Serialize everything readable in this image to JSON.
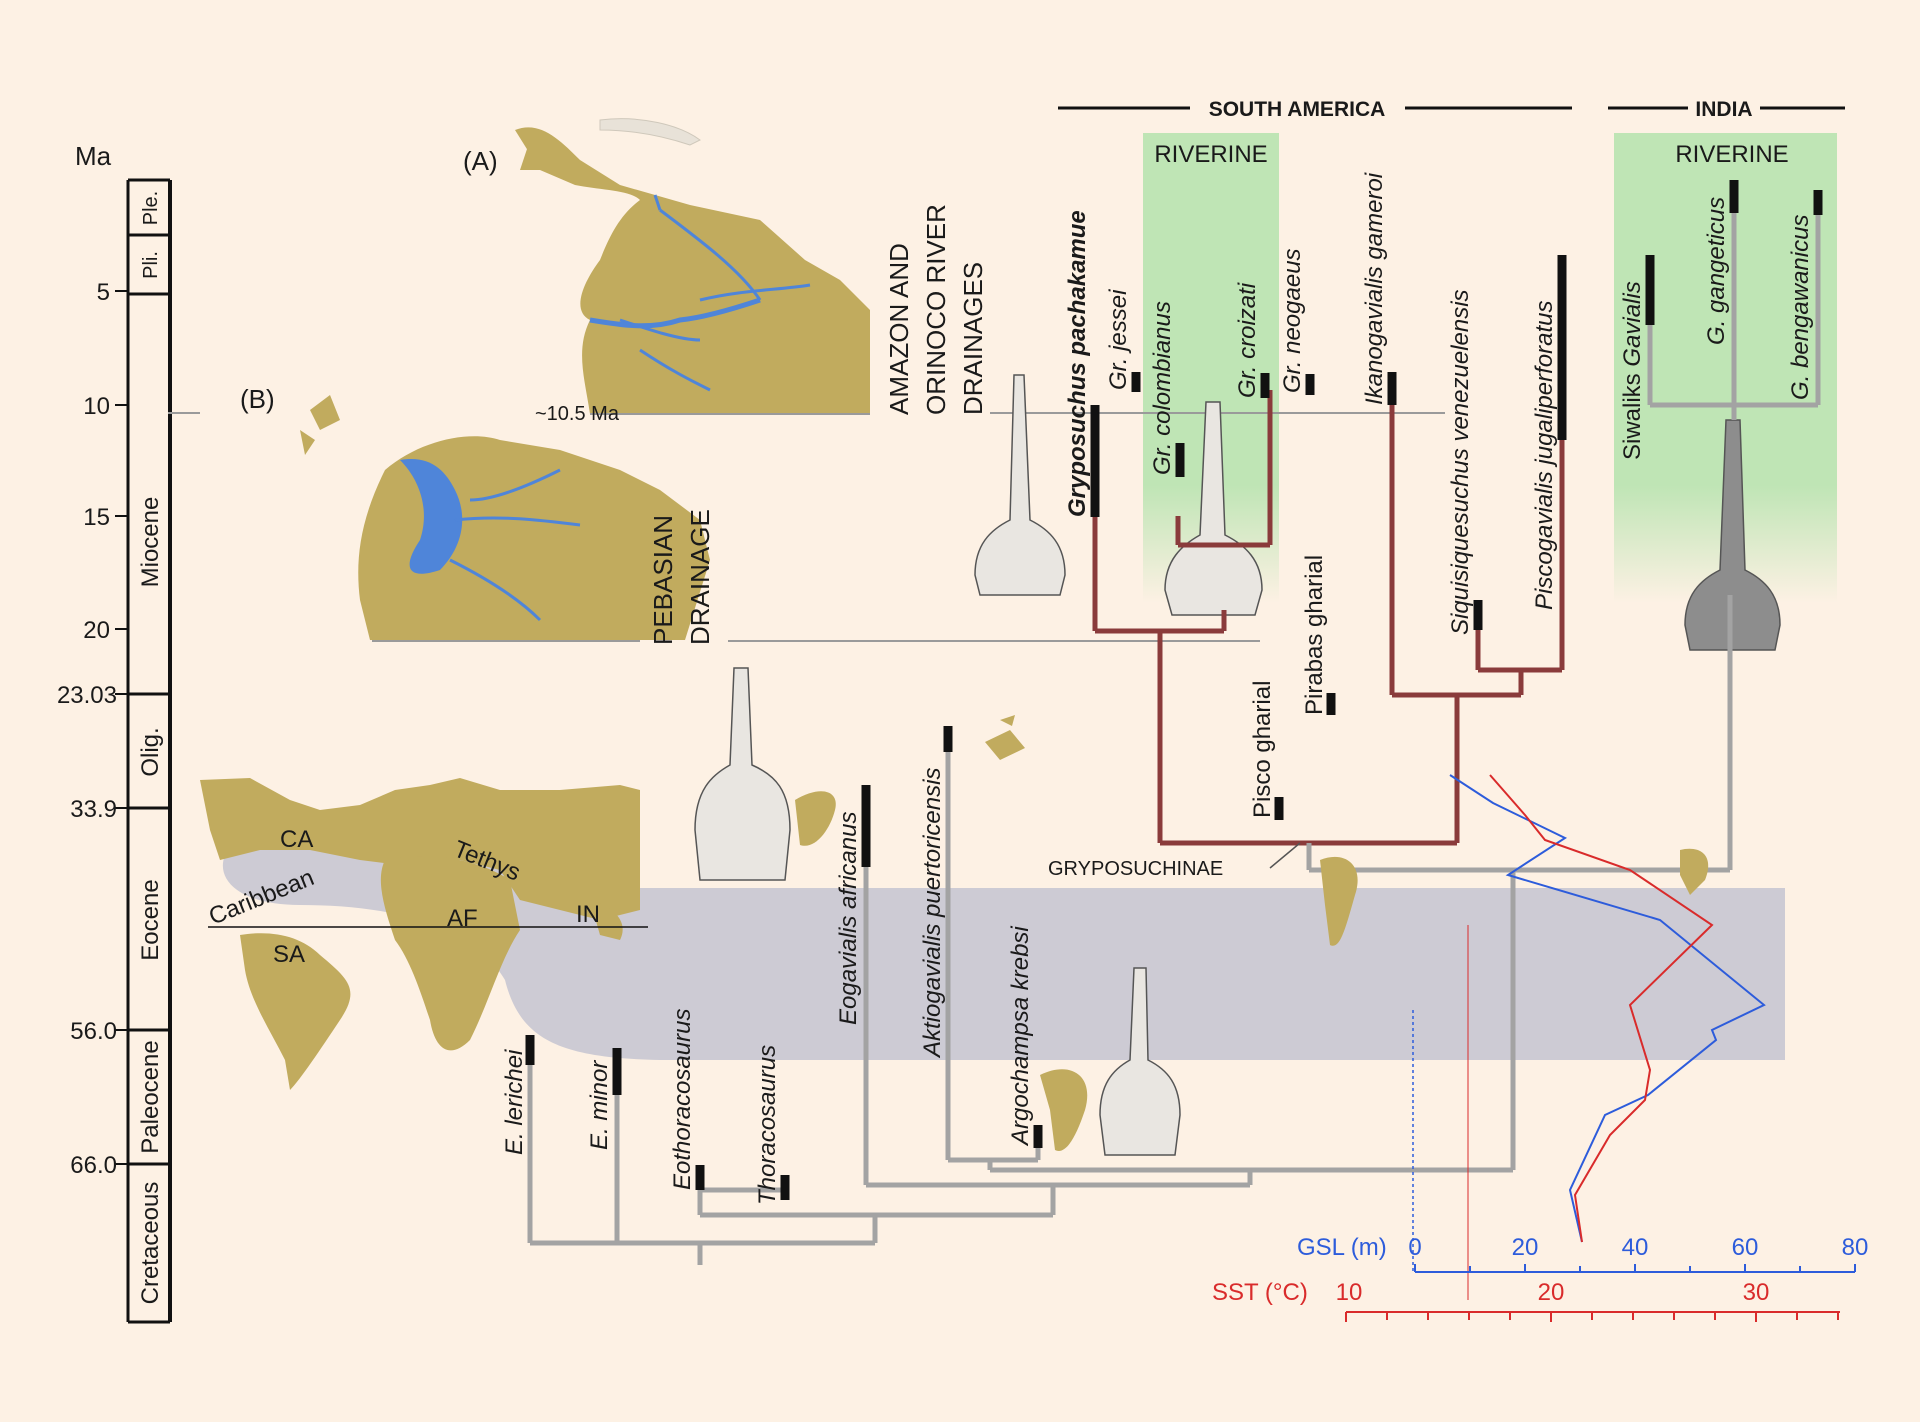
{
  "colors": {
    "background": "#fdf1e4",
    "land": "#c1ab5e",
    "river": "#4f85d9",
    "riverine_box": "#bfe5b5",
    "eocene_band": "#cdcbd4",
    "south_american_branch": "#8a3b3b",
    "other_branch": "#a3a3a3",
    "range_bar": "#111111",
    "gsl_curve": "#2d5cdb",
    "sst_curve": "#d92b2b"
  },
  "timescale": {
    "unit": "Ma",
    "ticks": [
      "5",
      "10",
      "15",
      "20",
      "23.03",
      "33.9",
      "56.0",
      "66.0"
    ],
    "epochs": [
      "Ple.",
      "Pli.",
      "Miocene",
      "Olig.",
      "Eocene",
      "Paleocene",
      "Cretaceous"
    ]
  },
  "maps": {
    "a_label": "(A)",
    "b_label": "(B)",
    "a_caption": [
      "AMAZON AND",
      "ORINOCO RIVER",
      "DRAINAGES"
    ],
    "b_caption": [
      "PEBASIAN",
      "DRAINAGE"
    ],
    "a_age": "~10.5 Ma",
    "world_labels": [
      "CA",
      "Caribbean",
      "Tethys",
      "AF",
      "SA",
      "IN"
    ]
  },
  "regions": {
    "south_america": "SOUTH  AMERICA",
    "india": "INDIA",
    "riverine_sa": "RIVERINE",
    "riverine_in": "RIVERINE"
  },
  "taxa": {
    "gryposuchus_pachakamue": "Gryposuchus pachakamue",
    "gr_jessei": "Gr. jessei",
    "gr_colombianus": "Gr. colombianus",
    "gr_croizati": "Gr. croizati",
    "gr_neogaeus": "Gr. neogaeus",
    "ikanogavialis": "Ikanogavialis gameroi",
    "siquisiquesuchus": "Siquisiquesuchus venezuelensis",
    "piscogavialis": "Piscogavialis jugaliperforatus",
    "pisco_gharial": "Pisco gharial",
    "pirabas_gharial": "Pirabas gharial",
    "siwaliks_prefix": "Siwaliks ",
    "siwaliks_genus": "Gavialis",
    "g_gangeticus": "G. gangeticus",
    "g_bengawanicus": "G. bengawanicus",
    "e_lerichei": "E. lerichei",
    "e_minor": "E. minor",
    "eothoracosaurus": "Eothoracosaurus",
    "thoracosaurus": "Thoracosaurus",
    "eogavialis": "Eogavialis africanus",
    "aktiogavialis": "Aktiogavialis puertoricensis",
    "argochampsa": "Argochampsa krebsi",
    "gryposuchinae": "GRYPOSUCHINAE"
  },
  "axes": {
    "gsl_label": "GSL (m)",
    "gsl_ticks": [
      "0",
      "20",
      "40",
      "60",
      "80"
    ],
    "sst_label": "SST (°C)",
    "sst_ticks": [
      "10",
      "20",
      "30"
    ]
  }
}
